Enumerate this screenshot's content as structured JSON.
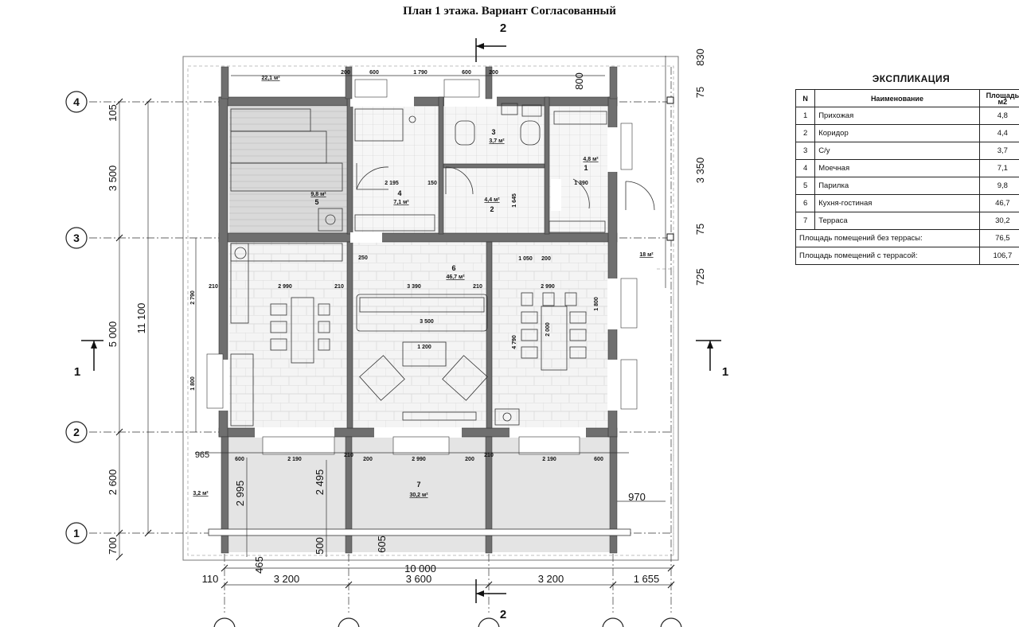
{
  "title": "План 1 этажа. Вариант Согласованный",
  "explication": {
    "title": "ЭКСПЛИКАЦИЯ",
    "headers": {
      "n": "N",
      "name": "Наименование",
      "area": "Площадь м2"
    },
    "rows": [
      {
        "n": "1",
        "name": "Прихожая",
        "area": "4,8"
      },
      {
        "n": "2",
        "name": "Коридор",
        "area": "4,4"
      },
      {
        "n": "3",
        "name": "С/у",
        "area": "3,7"
      },
      {
        "n": "4",
        "name": "Моечная",
        "area": "7,1"
      },
      {
        "n": "5",
        "name": "Парилка",
        "area": "9,8"
      },
      {
        "n": "6",
        "name": "Кухня-гостиная",
        "area": "46,7"
      },
      {
        "n": "7",
        "name": "Терраса",
        "area": "30,2"
      }
    ],
    "totals": [
      {
        "label": "Площадь помещений без террасы:",
        "value": "76,5"
      },
      {
        "label": "Площадь помещений с террасой:",
        "value": "106,7"
      }
    ]
  },
  "axes": {
    "rows": [
      "4",
      "3",
      "2",
      "1"
    ]
  },
  "sections": {
    "top": "2",
    "bottom": "2",
    "left": "1",
    "right": "1"
  },
  "rooms": [
    {
      "num": "1",
      "area": "4,8 м²"
    },
    {
      "num": "2",
      "area": "4,4 м²"
    },
    {
      "num": "3",
      "area": "3,7 м²"
    },
    {
      "num": "4",
      "area": "7,1 м²"
    },
    {
      "num": "5",
      "area": "9,8 м²"
    },
    {
      "num": "6",
      "area": "46,7 м²"
    },
    {
      "num": "7",
      "area": "30,2 м²"
    }
  ],
  "outdoor_areas": {
    "top_left": "22,1 м²",
    "right": "18 м²",
    "terrace_left": "3,2 м²"
  },
  "dims": {
    "left_vertical": [
      "105",
      "3 500",
      "5 000",
      "2 600",
      "700"
    ],
    "total_vertical": "11 100",
    "right_vertical": [
      "830",
      "75",
      "3 350",
      "75",
      "725"
    ],
    "right_small": [
      "800"
    ],
    "bottom_overall": "10 000",
    "bottom_segments": [
      "110",
      "3 200",
      "3 600",
      "3 200",
      "1 655"
    ],
    "top_row": [
      "200",
      "600",
      "1 790",
      "600",
      "200"
    ],
    "terrace_row": [
      "965",
      "600",
      "2 190",
      "210",
      "200",
      "2 990",
      "200",
      "210",
      "2 190",
      "600"
    ],
    "terrace_vertical": [
      "2 995",
      "2 495",
      "500",
      "605",
      "465"
    ],
    "terrace_right": "970",
    "kitchen_row": [
      "210",
      "2 990",
      "210",
      "3 390",
      "210",
      "2 990"
    ],
    "kitchen_vert": [
      "2 790",
      "1 800",
      "1 800"
    ],
    "misc": [
      "3 500",
      "1 200",
      "2 000",
      "4 790",
      "1 050",
      "200",
      "250"
    ],
    "room4_row": [
      "2 195",
      "150",
      "1 390",
      "1 645"
    ]
  }
}
